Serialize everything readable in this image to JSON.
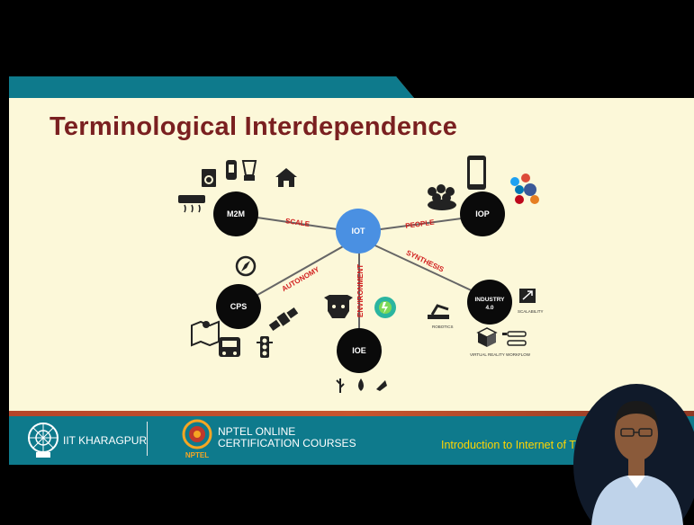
{
  "slide": {
    "title": "Terminological Interdependence"
  },
  "diagram": {
    "nodes": {
      "iot": "IOT",
      "m2m": "M2M",
      "iop": "IOP",
      "cps": "CPS",
      "ioe": "IOE",
      "industry_line1": "INDUSTRY",
      "industry_line2": "4.0"
    },
    "edges": {
      "scale": "SCALE",
      "people": "PEOPLE",
      "autonomy": "AUTONOMY",
      "environment": "ENVIRONMENT",
      "synthesis": "SYNTHESIS"
    },
    "icon_labels": {
      "robotics": "ROBOTICS",
      "scalability": "SCALABILITY",
      "virtual_reality": "VIRTUAL REALITY",
      "workflow": "WORKFLOW"
    },
    "colors": {
      "iot_node": "#4a90e2",
      "node": "#0a0a0a",
      "edge_label": "#d11d1d",
      "title": "#7a2020"
    }
  },
  "footer": {
    "institute": "IIT KHARAGPUR",
    "nptel_line1": "NPTEL ONLINE",
    "nptel_line2": "CERTIFICATION COURSES",
    "nptel_logo_text": "NPTEL",
    "course_name": "Introduction to Internet of Things"
  }
}
